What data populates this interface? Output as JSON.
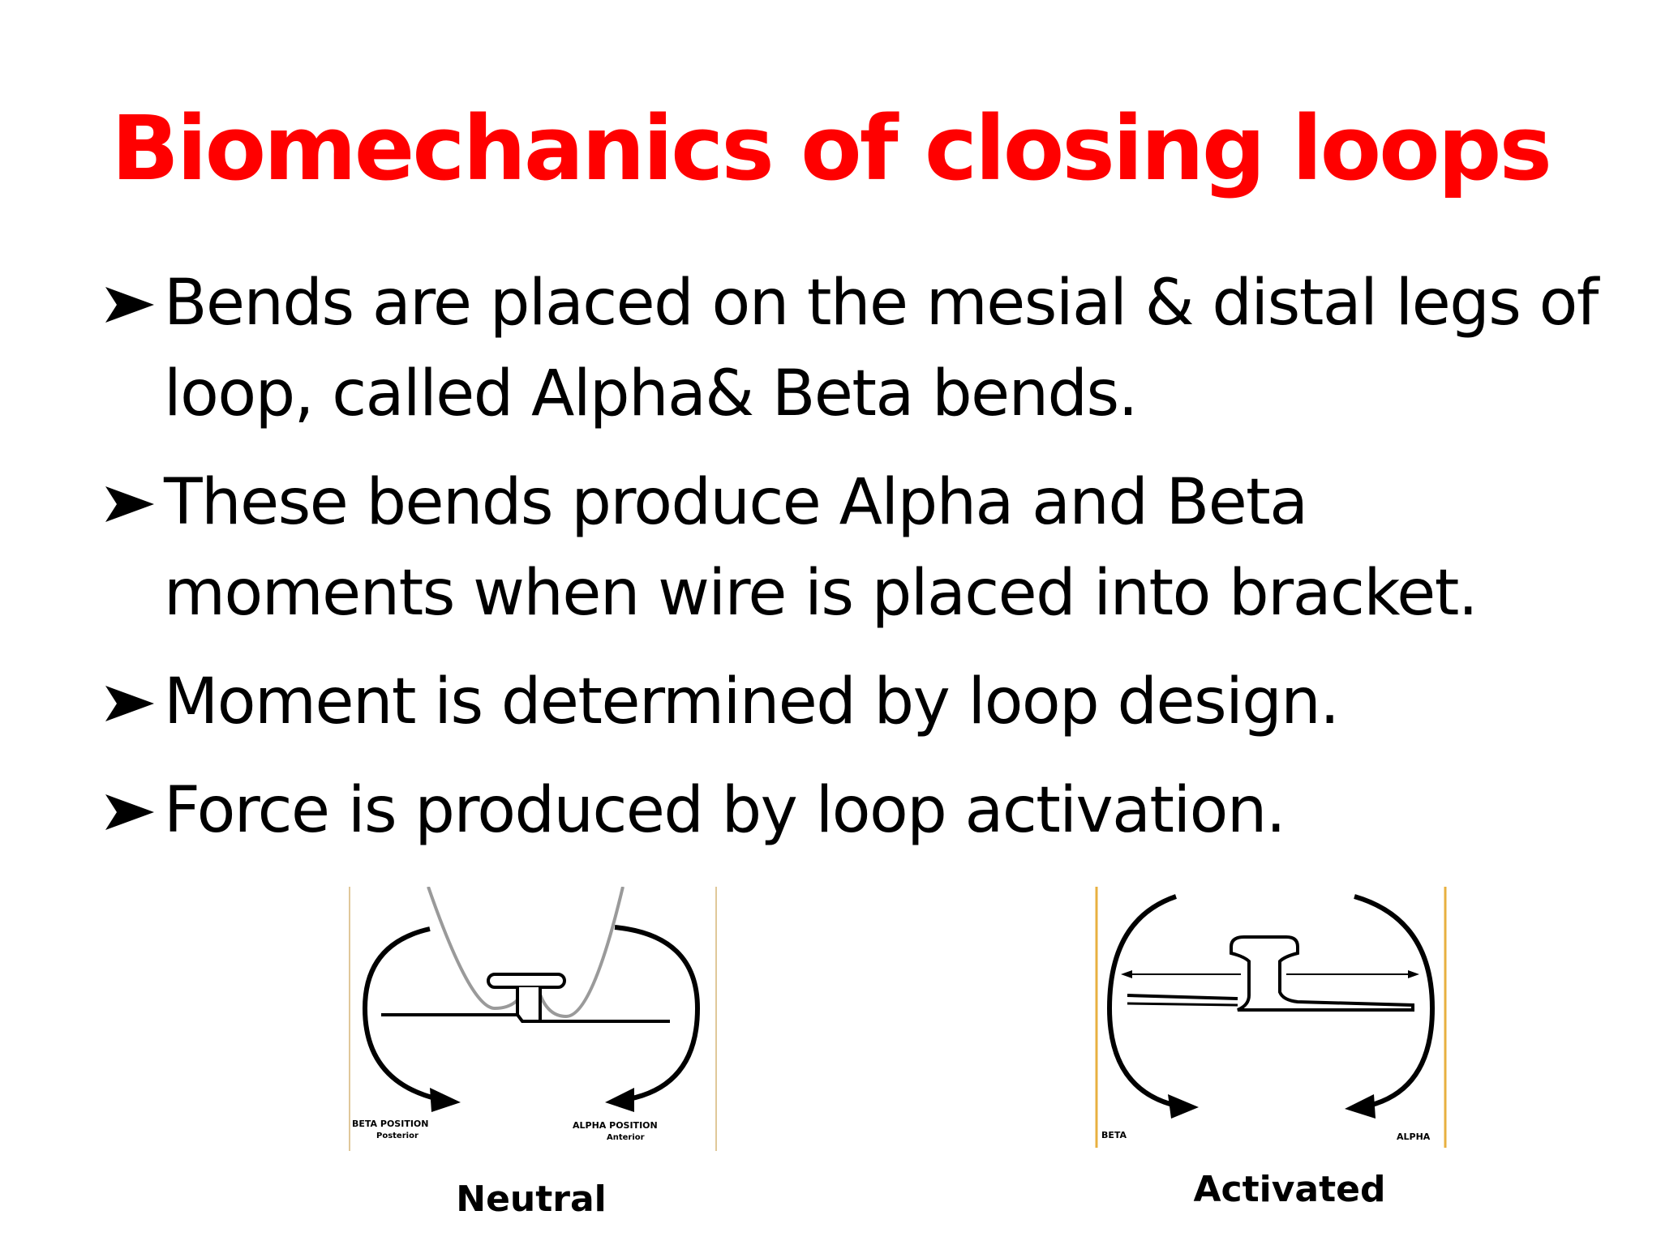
{
  "slide": {
    "title": "Biomechanics of closing loops",
    "title_color": "#ff0000",
    "bullets": [
      {
        "marker": "arrow-bullet-icon",
        "text": "Bends are placed on the mesial & distal legs of loop, called Alpha& Beta bends."
      },
      {
        "marker": "arrow-bullet-icon",
        "text": "These bends produce Alpha and Beta moments when wire is placed into bracket."
      },
      {
        "marker": "arrow-bullet-icon",
        "text": "Moment is determined by loop design."
      },
      {
        "marker": "arrow-bullet-icon",
        "text": "Force is produced by loop activation."
      }
    ]
  },
  "figures": {
    "neutral": {
      "left_label": "BETA POSITION",
      "left_sublabel": "Posterior",
      "right_label": "ALPHA POSITION",
      "right_sublabel": "Anterior",
      "caption": "Neutral",
      "frame_color": "#e0c89a"
    },
    "activated": {
      "left_label": "BETA",
      "right_label": "ALPHA",
      "caption": "Activated",
      "frame_color": "#e8b040"
    }
  }
}
